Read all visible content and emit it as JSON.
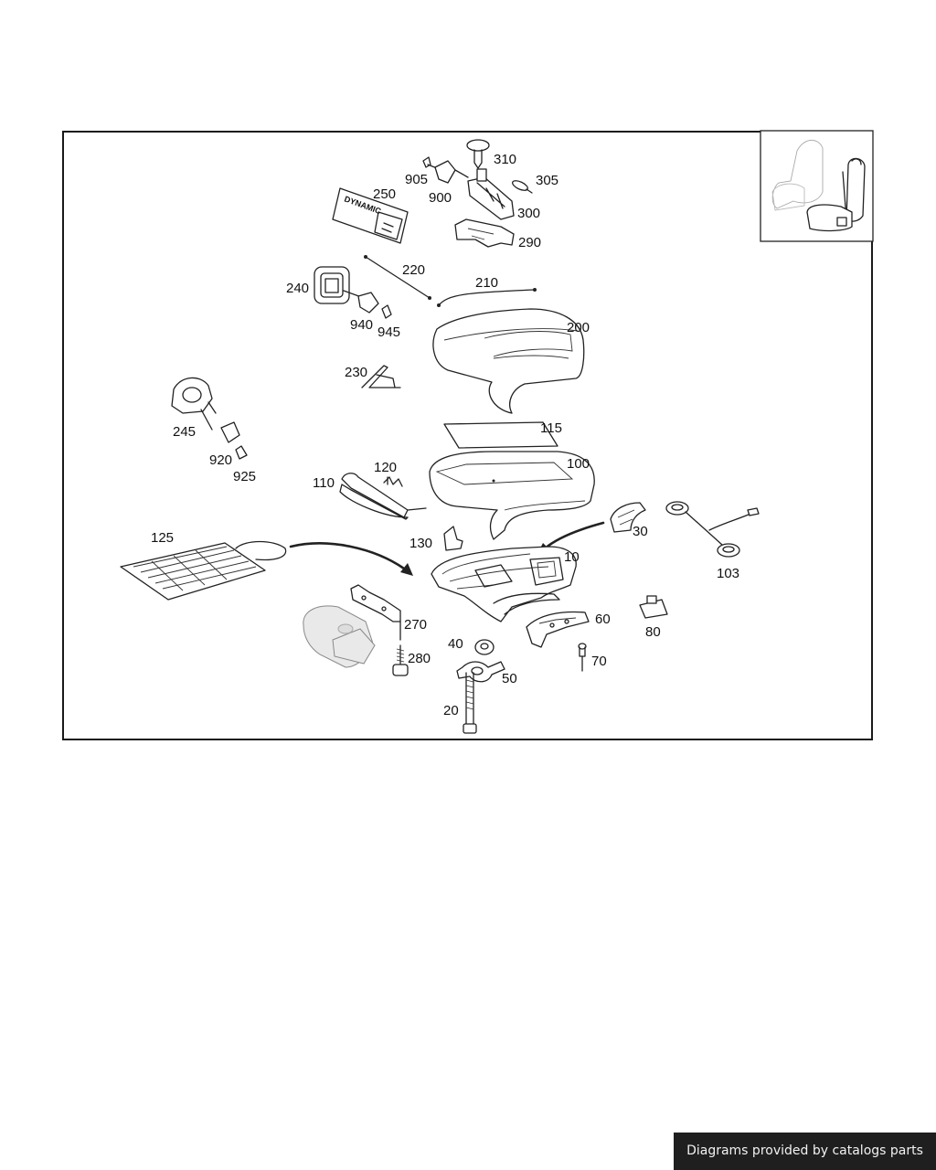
{
  "footer": {
    "text": "Diagrams provided by catalogs parts"
  },
  "logo_text": "DYNAMIC",
  "part_labels": [
    "310",
    "905",
    "305",
    "900",
    "250",
    "300",
    "290",
    "220",
    "210",
    "240",
    "940",
    "945",
    "200",
    "230",
    "245",
    "115",
    "920",
    "925",
    "120",
    "100",
    "110",
    "30",
    "103",
    "125",
    "130",
    "10",
    "270",
    "60",
    "80",
    "40",
    "280",
    "70",
    "50",
    "20"
  ]
}
